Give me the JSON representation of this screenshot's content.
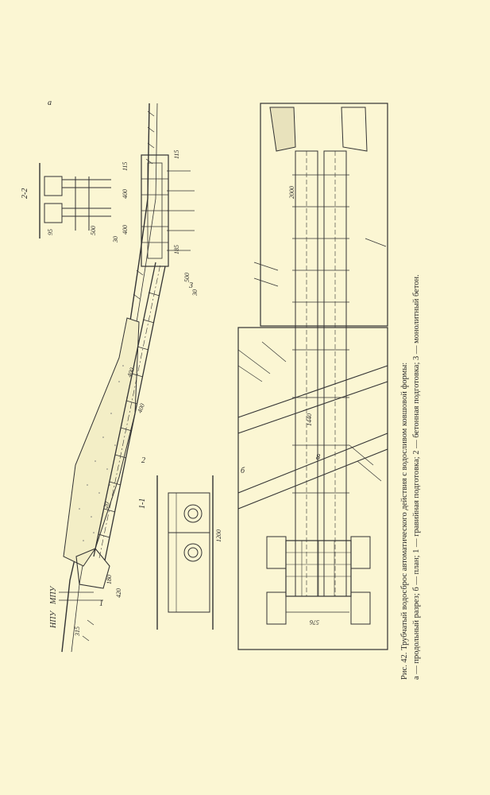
{
  "caption": {
    "title": "Рис. 42. Трубчатый водосброс автоматического действия с водосливом ковшовой формы:",
    "legend": "а — продольный разрез; б — план; 1 — гравийная подготовка; 2 — бетонная подготовка; 3 — монолитный бетон."
  },
  "labels": {
    "part_a": "а",
    "part_b": "б",
    "section_22": "2-2",
    "section_11": "1-1",
    "mpu": "МПУ",
    "npu": "НПУ",
    "marker_1": "1",
    "marker_2": "2",
    "marker_3": "3",
    "marker_8": "8"
  },
  "dimensions": {
    "d95": "95",
    "d500a": "500",
    "d30a": "30",
    "d500b": "500",
    "d30b": "30",
    "d400a": "400",
    "d400b": "400",
    "d115a": "115",
    "d115b": "115",
    "d185": "185",
    "d180": "180",
    "d420": "420",
    "d315": "315",
    "d1200": "1200",
    "d576": "576",
    "d2000": "2000",
    "d1440": "1440",
    "d400c": "400",
    "d400d": "400",
    "d20": "20"
  }
}
